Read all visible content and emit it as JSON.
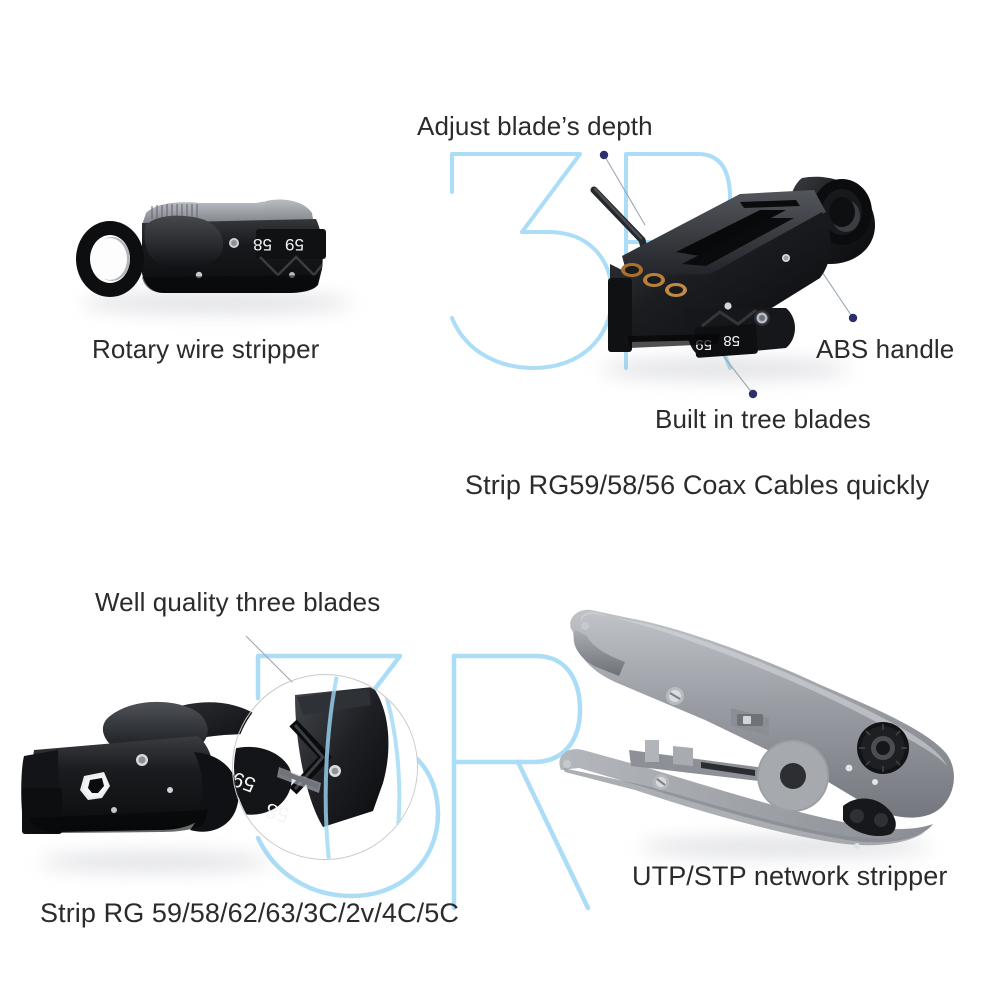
{
  "image": {
    "background_color": "#ffffff",
    "text_color": "#2b2b2b",
    "leader_line_color": "#9aa6b4",
    "leader_dot_color": "#2c2f6b",
    "watermark_color": "#9ed8f5",
    "watermark_text": "3R"
  },
  "top_section": {
    "labels": {
      "adjust_blade_depth": "Adjust blade’s depth",
      "rotary_wire_stripper": "Rotary wire stripper",
      "abs_handle": "ABS handle",
      "built_in_tree_blades": "Built in tree blades",
      "strip_coax": "Strip RG59/58/56 Coax Cables quickly"
    },
    "products": {
      "small_stripper": {
        "name": "Rotary coax wire stripper (side view)",
        "body_color": "#111214",
        "accent_color": "#8f9399",
        "dial_markings": [
          "58",
          "59"
        ]
      },
      "large_stripper": {
        "name": "Rotary coax wire stripper (angled view with hex key)",
        "body_color": "#17181b",
        "hex_key_color": "#25262a",
        "dial_markings": [
          "59",
          "58"
        ],
        "screw_color": "#b8824a"
      }
    }
  },
  "bottom_section": {
    "labels": {
      "well_quality_three_blades": "Well quality three blades",
      "strip_rg_list": "Strip RG 59/58/62/63/3C/2v/4C/5C",
      "utp_stp_network_stripper": "UTP/STP network stripper"
    },
    "products": {
      "black_stripper": {
        "name": "Black rotary coax stripper (open jaw)",
        "body_color": "#121315",
        "dial_markings": [
          "59",
          "58"
        ]
      },
      "blade_inset": {
        "name": "Magnified blade detail inset",
        "ring_color": "#c9c9c9",
        "dial_markings": [
          "59",
          "58"
        ]
      },
      "gray_stripper": {
        "name": "UTP/STP network cable stripper",
        "body_color": "#9b9ea3",
        "body_shade": "#7d8186",
        "knob_color": "#1c1d20",
        "screw_color": "#c9ccd1"
      }
    }
  }
}
